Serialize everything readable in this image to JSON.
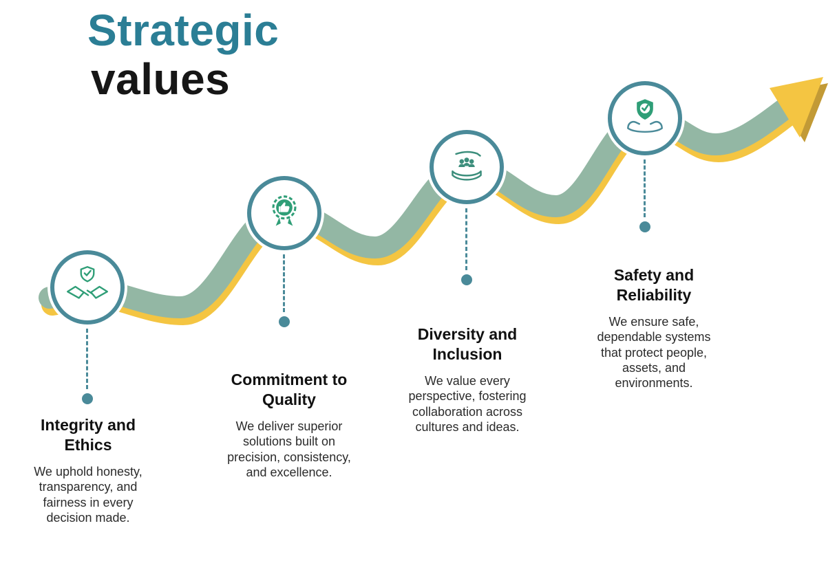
{
  "title": {
    "line1": "Strategic",
    "line2": "values"
  },
  "colors": {
    "title_teal": "#2B7E95",
    "ribbon_green": "#93B7A4",
    "ribbon_yellow": "#F4C542",
    "arrow_shadow": "#C29A36",
    "circle_border": "#4A8A99",
    "icon_green": "#2F9E77",
    "heading_text": "#111111",
    "body_text": "#2B2B2B"
  },
  "items": [
    {
      "heading": "Integrity and\nEthics",
      "body": "We uphold honesty,\ntransparency, and\nfairness in every\ndecision made.",
      "icon": "handshake-shield-icon"
    },
    {
      "heading": "Commitment to\nQuality",
      "body": "We deliver superior\nsolutions built on\nprecision, consistency,\nand excellence.",
      "icon": "quality-badge-icon"
    },
    {
      "heading": "Diversity and\nInclusion",
      "body": "We value every\nperspective, fostering\ncollaboration across\ncultures and ideas.",
      "icon": "inclusion-hands-people-icon"
    },
    {
      "heading": "Safety and\nReliability",
      "body": "We ensure safe,\ndependable systems\nthat protect people,\nassets, and\nenvironments.",
      "icon": "safety-hands-shield-icon"
    }
  ]
}
